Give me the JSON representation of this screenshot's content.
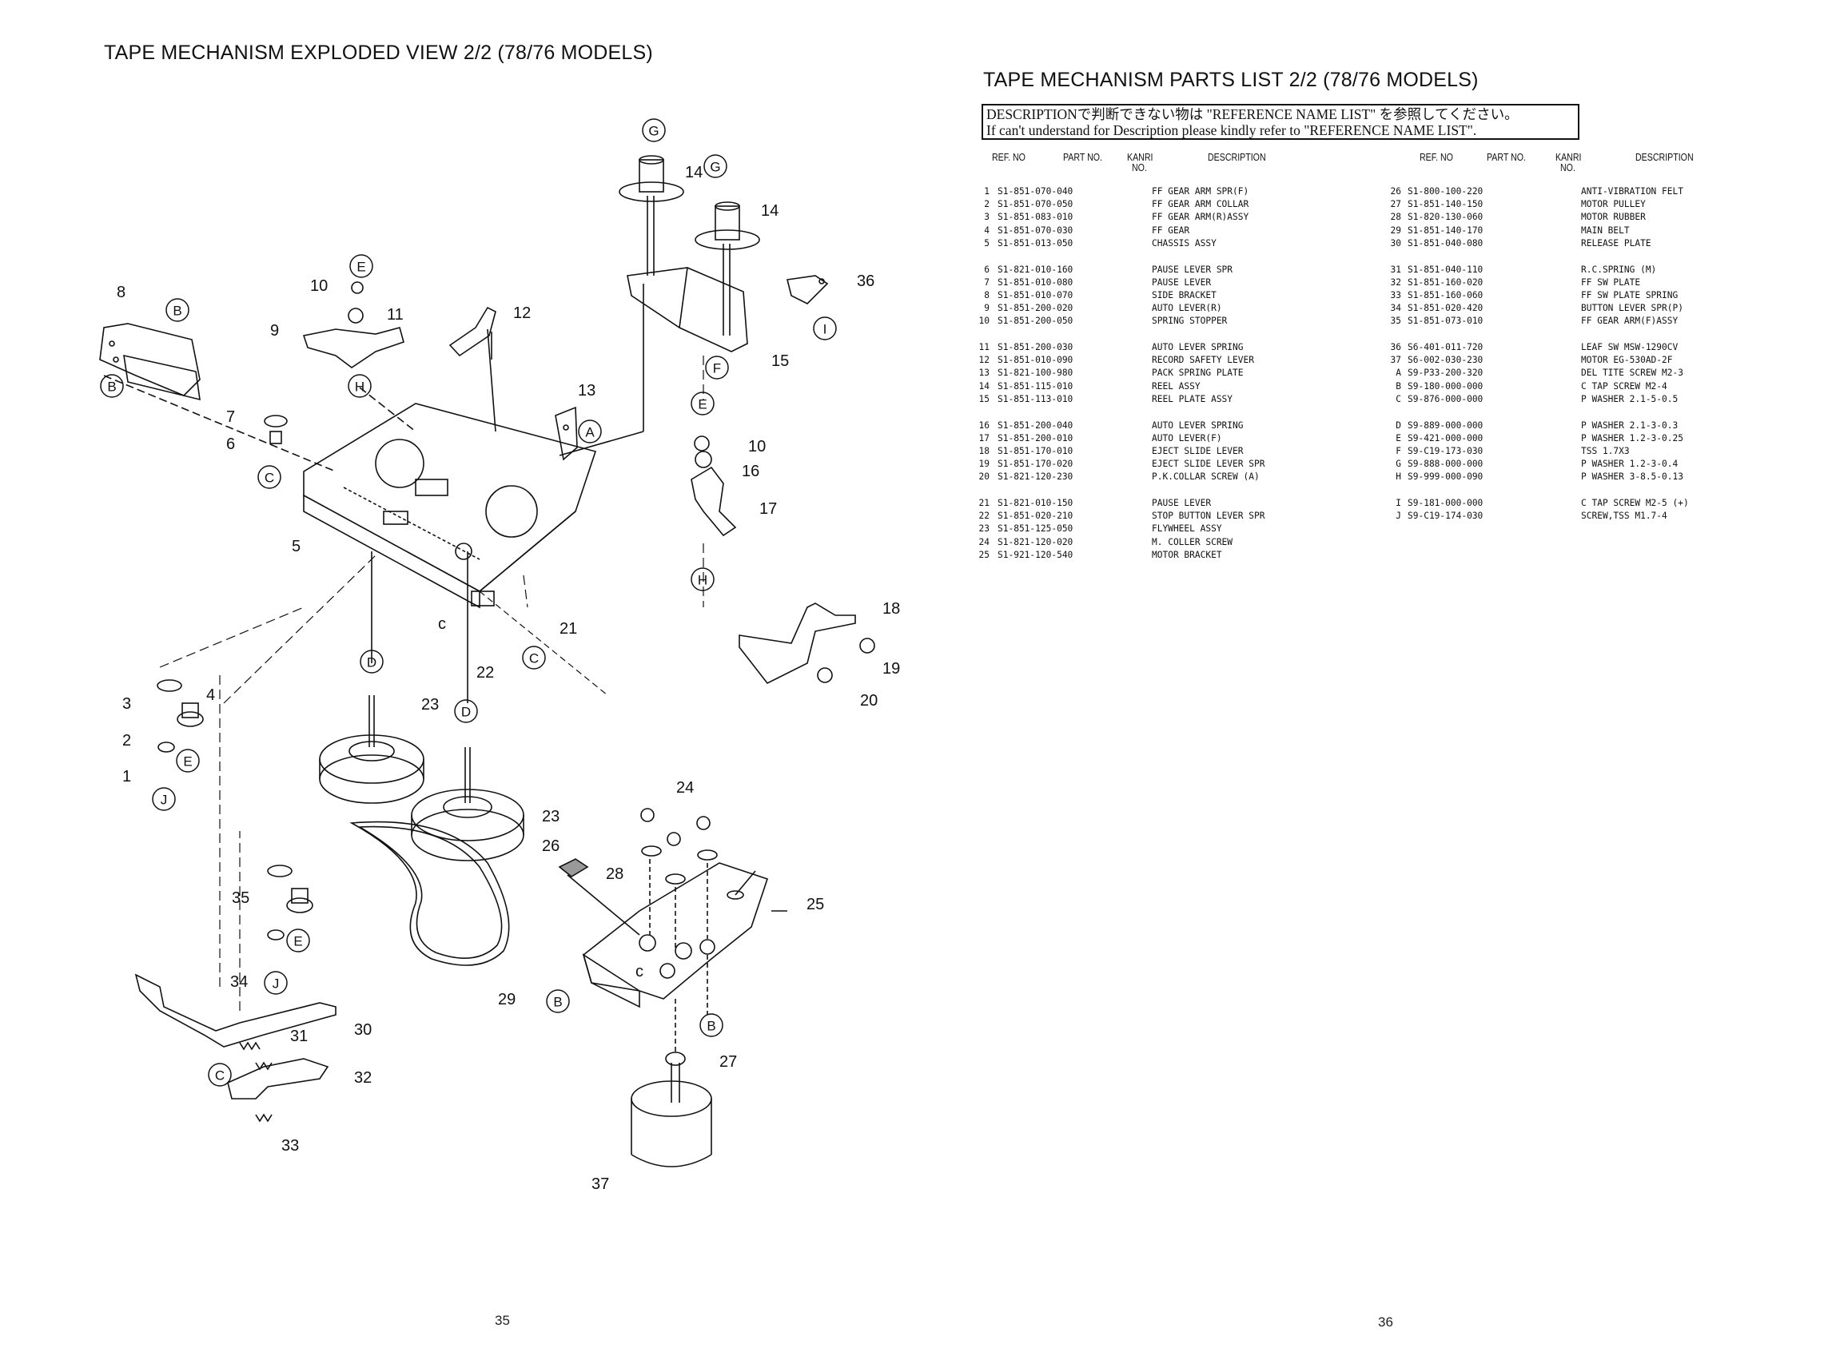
{
  "left_page": {
    "title": "TAPE MECHANISM EXPLODED VIEW 2/2 (78/76 MODELS)",
    "page_number": "35",
    "callouts": [
      "1",
      "2",
      "3",
      "4",
      "5",
      "6",
      "7",
      "8",
      "9",
      "10",
      "11",
      "12",
      "13",
      "14",
      "15",
      "16",
      "17",
      "18",
      "19",
      "20",
      "21",
      "22",
      "23",
      "24",
      "25",
      "26",
      "27",
      "28",
      "29",
      "30",
      "31",
      "32",
      "33",
      "34",
      "35",
      "36",
      "37"
    ],
    "letters": [
      "A",
      "B",
      "C",
      "D",
      "E",
      "F",
      "G",
      "H",
      "I",
      "J",
      "c"
    ]
  },
  "right_page": {
    "title": "TAPE MECHANISM PARTS LIST 2/2 (78/76 MODELS)",
    "page_number": "36",
    "notice": {
      "line1": "DESCRIPTIONで判断できない物は \"REFERENCE NAME LIST\" を参照してください。",
      "line2": "If can't understand for Description please kindly refer to \"REFERENCE NAME LIST\"."
    },
    "headers": {
      "ref_no": "REF. NO",
      "part_no": "PART NO.",
      "kanri": "KANRI",
      "kanri_no": "NO.",
      "description": "DESCRIPTION"
    },
    "left_column": [
      [
        {
          "ref": "1",
          "part": "S1-851-070-040",
          "desc": "FF GEAR ARM SPR(F)"
        },
        {
          "ref": "2",
          "part": "S1-851-070-050",
          "desc": "FF GEAR ARM COLLAR"
        },
        {
          "ref": "3",
          "part": "S1-851-083-010",
          "desc": "FF GEAR ARM(R)ASSY"
        },
        {
          "ref": "4",
          "part": "S1-851-070-030",
          "desc": "FF GEAR"
        },
        {
          "ref": "5",
          "part": "S1-851-013-050",
          "desc": "CHASSIS ASSY"
        }
      ],
      [
        {
          "ref": "6",
          "part": "S1-821-010-160",
          "desc": "PAUSE LEVER SPR"
        },
        {
          "ref": "7",
          "part": "S1-851-010-080",
          "desc": "PAUSE LEVER"
        },
        {
          "ref": "8",
          "part": "S1-851-010-070",
          "desc": "SIDE BRACKET"
        },
        {
          "ref": "9",
          "part": "S1-851-200-020",
          "desc": "AUTO LEVER(R)"
        },
        {
          "ref": "10",
          "part": "S1-851-200-050",
          "desc": "SPRING STOPPER"
        }
      ],
      [
        {
          "ref": "11",
          "part": "S1-851-200-030",
          "desc": "AUTO LEVER SPRING"
        },
        {
          "ref": "12",
          "part": "S1-851-010-090",
          "desc": "RECORD SAFETY LEVER"
        },
        {
          "ref": "13",
          "part": "S1-821-100-980",
          "desc": "PACK SPRING PLATE"
        },
        {
          "ref": "14",
          "part": "S1-851-115-010",
          "desc": "REEL ASSY"
        },
        {
          "ref": "15",
          "part": "S1-851-113-010",
          "desc": "REEL PLATE ASSY"
        }
      ],
      [
        {
          "ref": "16",
          "part": "S1-851-200-040",
          "desc": "AUTO LEVER SPRING"
        },
        {
          "ref": "17",
          "part": "S1-851-200-010",
          "desc": "AUTO LEVER(F)"
        },
        {
          "ref": "18",
          "part": "S1-851-170-010",
          "desc": "EJECT SLIDE LEVER"
        },
        {
          "ref": "19",
          "part": "S1-851-170-020",
          "desc": "EJECT SLIDE LEVER SPR"
        },
        {
          "ref": "20",
          "part": "S1-821-120-230",
          "desc": "P.K.COLLAR SCREW (A)"
        }
      ],
      [
        {
          "ref": "21",
          "part": "S1-821-010-150",
          "desc": "PAUSE LEVER"
        },
        {
          "ref": "22",
          "part": "S1-851-020-210",
          "desc": "STOP BUTTON LEVER SPR"
        },
        {
          "ref": "23",
          "part": "S1-851-125-050",
          "desc": "FLYWHEEL ASSY"
        },
        {
          "ref": "24",
          "part": "S1-821-120-020",
          "desc": "M. COLLER SCREW"
        },
        {
          "ref": "25",
          "part": "S1-921-120-540",
          "desc": "MOTOR BRACKET"
        }
      ]
    ],
    "right_column": [
      [
        {
          "ref": "26",
          "part": "S1-800-100-220",
          "desc": "ANTI-VIBRATION FELT"
        },
        {
          "ref": "27",
          "part": "S1-851-140-150",
          "desc": "MOTOR PULLEY"
        },
        {
          "ref": "28",
          "part": "S1-820-130-060",
          "desc": "MOTOR RUBBER"
        },
        {
          "ref": "29",
          "part": "S1-851-140-170",
          "desc": "MAIN BELT"
        },
        {
          "ref": "30",
          "part": "S1-851-040-080",
          "desc": "RELEASE PLATE"
        }
      ],
      [
        {
          "ref": "31",
          "part": "S1-851-040-110",
          "desc": "R.C.SPRING (M)"
        },
        {
          "ref": "32",
          "part": "S1-851-160-020",
          "desc": "FF SW PLATE"
        },
        {
          "ref": "33",
          "part": "S1-851-160-060",
          "desc": "FF SW PLATE SPRING"
        },
        {
          "ref": "34",
          "part": "S1-851-020-420",
          "desc": "BUTTON LEVER SPR(P)"
        },
        {
          "ref": "35",
          "part": "S1-851-073-010",
          "desc": "FF GEAR ARM(F)ASSY"
        }
      ],
      [
        {
          "ref": "36",
          "part": "S6-401-011-720",
          "desc": "LEAF SW MSW-1290CV"
        },
        {
          "ref": "37",
          "part": "S6-002-030-230",
          "desc": "MOTOR EG-530AD-2F"
        },
        {
          "ref": "A",
          "part": "S9-P33-200-320",
          "desc": "DEL TITE SCREW M2-3"
        },
        {
          "ref": "B",
          "part": "S9-180-000-000",
          "desc": "C TAP SCREW M2-4"
        },
        {
          "ref": "C",
          "part": "S9-876-000-000",
          "desc": "P WASHER 2.1-5-0.5"
        }
      ],
      [
        {
          "ref": "D",
          "part": "S9-889-000-000",
          "desc": "P WASHER 2.1-3-0.3"
        },
        {
          "ref": "E",
          "part": "S9-421-000-000",
          "desc": "P WASHER 1.2-3-0.25"
        },
        {
          "ref": "F",
          "part": "S9-C19-173-030",
          "desc": "TSS 1.7X3"
        },
        {
          "ref": "G",
          "part": "S9-888-000-000",
          "desc": "P WASHER 1.2-3-0.4"
        },
        {
          "ref": "H",
          "part": "S9-999-000-090",
          "desc": "P WASHER 3-8.5-0.13"
        }
      ],
      [
        {
          "ref": "I",
          "part": "S9-181-000-000",
          "desc": "C TAP SCREW M2-5 (+)"
        },
        {
          "ref": "J",
          "part": "S9-C19-174-030",
          "desc": "SCREW,TSS M1.7-4"
        }
      ]
    ]
  }
}
